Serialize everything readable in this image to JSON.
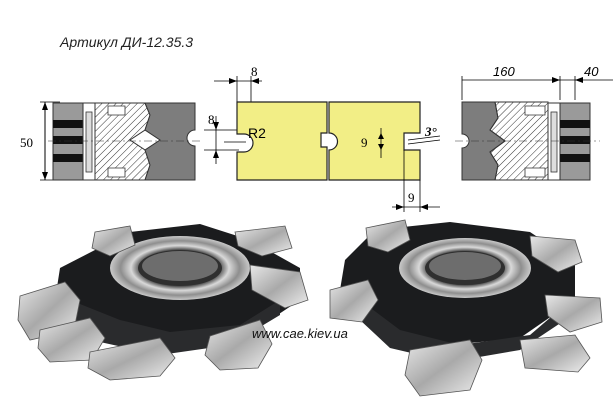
{
  "header": {
    "article": "Артикул ДИ-12.35.3"
  },
  "footer": {
    "website": "www.cae.kiev.ua"
  },
  "dimensions": {
    "height": "50",
    "left_profile_width": "8",
    "left_profile_offset": "8",
    "radius": "R2",
    "groove_depth": "9",
    "groove_height": "9",
    "angle": "3°",
    "diameter": "160",
    "bore": "40"
  },
  "colors": {
    "profile_fill": "#f2ee86",
    "steel_dark": "#7d7d7d",
    "steel_light": "#cfcfcf",
    "body_black": "#1b1c1e"
  }
}
